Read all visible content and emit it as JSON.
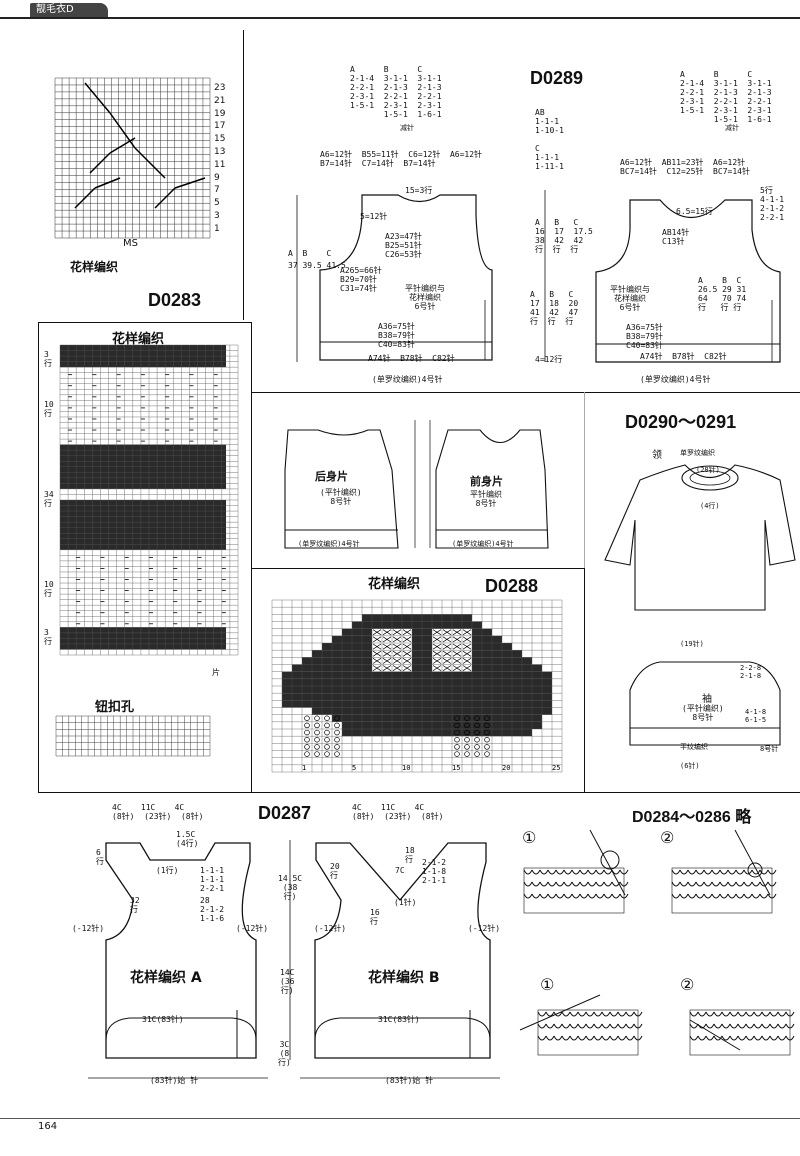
{
  "header": {
    "tab": "靓毛衣D",
    "page_number": "164"
  },
  "d0283": {
    "code": "D0283",
    "pattern_caption": "花样编织",
    "ms_label": "MS",
    "row_numbers": [
      "23",
      "21",
      "19",
      "17",
      "15",
      "13",
      "11",
      "9",
      "7",
      "5",
      "3",
      "1"
    ]
  },
  "d0289": {
    "code": "D0289",
    "dec_left": "A      B      C\n2-1-4  3-1-1  3-1-1\n2-2-1  2-1-3  2-1-3\n2-3-1  2-2-1  2-2-1\n1-5-1  2-3-1  2-3-1\n       1-5-1  1-6-1",
    "dec_right": "A      B      C\n2-1-4  3-1-1  3-1-1\n2-2-1  2-1-3  2-1-3\n2-3-1  2-2-1  2-2-1\n1-5-1  2-3-1  2-3-1\n       1-5-1  1-6-1",
    "dec_label": "减针",
    "ab_dec": "AB\n1-1-1\n1-10-1\n\nC\n1-1-1\n1-11-1",
    "back_shoulder": "A6=12针  B55=11针  C6=12针  A6=12针\nB7=14针  C7=14针  B7=14针",
    "back_neck": "15=3行",
    "back_armhole": "5=12针",
    "back_width": "A23=47针\nB25=51针\nC26=53针",
    "back_side": "A265=66针\nB29=70针\nC31=74针",
    "back_heights": "A  B    C\n37 39.5 41.5",
    "back_body_text": "平针编织与\n花样编织\n6号针",
    "back_ribbing": "A36=75针\nB38=79针\nC40=83针",
    "back_bottom": "A74针  B78针  C82针",
    "back_rib_label": "(单罗纹编织)4号针",
    "mid_heights": "A   B   C\n16  17  17.5\n38  42  42\n行  行  行",
    "mid_heights2": "A   B   C\n17  18  20\n41  42  47\n行  行  行",
    "mid_bottom": "4=12行",
    "front_shoulder": "A6=12针  AB11=23针  A6=12针\nBC7=14针  C12=25针  BC7=14针",
    "front_neck": "6.5=15行",
    "front_neck2": "AB14针\nC13针",
    "front_side_dec": "5行\n4-1-1\n2-1-2\n2-2-1",
    "front_heights": "A    B  C\n26.5 29 31\n64   70 74\n行   行 行",
    "front_body_text": "平针编织与\n花样编织\n6号针",
    "front_ribbing": "A36=75针\nB38=79针\nC40=83针",
    "front_bottom": "A74针  B78针  C82针",
    "front_rib_label": "(单罗纹编织)4号针"
  },
  "d0290": {
    "code": "D0290～0291",
    "back_title": "后身片",
    "back_sub": "(平针编织)\n8号针",
    "front_title": "前身片",
    "front_sub": "平针编织\n8号针",
    "bottom_back": "(单罗纹编织)4号针",
    "bottom_front": "(单罗纹编织)4号针",
    "collar_label": "领",
    "collar_sub": "单罗纹编织",
    "collar_top": "(28针)",
    "collar_inner": "(4行)",
    "sleeve_title": "袖",
    "sleeve_sub": "(平针编织)\n8号针",
    "sleeve_rib": "平纹编织",
    "sleeve_dec": "2-2-8\n2-1-8",
    "sleeve_inc": "4-1-8\n6-1-5",
    "sleeve_top": "(19针)",
    "sleeve_bottom": "(6针)",
    "needle_label": "8号针"
  },
  "d0288": {
    "code": "D0288",
    "pattern_caption": "花样编织",
    "bottom_labels": [
      "25",
      "20",
      "15",
      "10",
      "5",
      "1"
    ]
  },
  "d0287": {
    "code": "D0287",
    "top_left": "4C    11C    4C\n(8针)  (23针)  (8针)",
    "top_right": "4C    11C    4C\n(8针)  (23针)  (8针)",
    "neck_left": "1.5C\n(4行)",
    "neck_rows": "1-1-1\n1-1-1\n2-2-1",
    "neck_side": "(1行)",
    "side_left": "6\n行",
    "side_rows_left": "32\n行",
    "armhole_dec": "28\n2-1-2\n1-1-6",
    "armhole_side": "(-12针)",
    "height_total": "14.5C\n(38\n行)",
    "height_mid": "14C\n(36\n行)",
    "height_bot": "3C\n(8\n行)",
    "left_title": "花样编织 A",
    "left_rib": "31C(83针)",
    "left_bottom": "(83针)始 针",
    "right_title": "花样编织 B",
    "right_rib": "31C(83针)",
    "right_bottom": "(83针)始 针",
    "v_neck_rows": "2-1-2\n1-1-8\n2-1-1",
    "v_neck_side": "20\n行",
    "v_neck_mid": "7C",
    "v_neck_18": "18\n行",
    "v_neck_16": "16\n行",
    "v_neck_1": "(1针)",
    "v_neck_gap": "(-12针)"
  },
  "d0284": {
    "code": "D0284～0286 略",
    "steps": [
      "①",
      "②",
      "①",
      "②"
    ]
  },
  "buttonhole": {
    "caption": "钮扣孔"
  },
  "pattern_left": {
    "caption": "花样编织",
    "rows_3": "3\n行",
    "rows_10": "10\n行",
    "rows_34": "34\n行",
    "rows_10b": "10\n行",
    "rows_3b": "3\n行",
    "arrow_label": "片"
  }
}
